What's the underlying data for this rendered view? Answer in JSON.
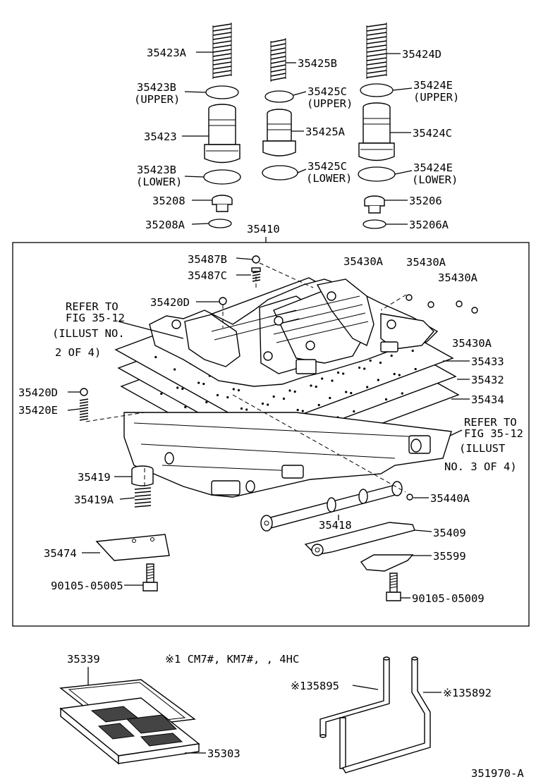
{
  "diagram_id": "351970-A",
  "notes": {
    "refer_upper_1": "REFER TO",
    "refer_upper_2": "FIG 35-12",
    "refer_upper_3": "(ILLUST NO.",
    "refer_upper_4": "2 OF 4)",
    "refer_lower_1": "REFER TO",
    "refer_lower_2": "FIG 35-12",
    "refer_lower_3": "(ILLUST",
    "refer_lower_4": "NO. 3 OF 4)",
    "footnote": "※1 CM7#, KM7#, , 4HC"
  },
  "labels": {
    "p35423A": "35423A",
    "p35423B_u": "35423B",
    "upper_1": "(UPPER)",
    "p35423": "35423",
    "p35423B_l": "35423B",
    "lower_1": "(LOWER)",
    "p35208": "35208",
    "p35208A": "35208A",
    "p35425B": "35425B",
    "p35425C_u": "35425C",
    "upper_2": "(UPPER)",
    "p35425A": "35425A",
    "p35425C_l": "35425C",
    "lower_2": "(LOWER)",
    "p35424D": "35424D",
    "p35424E_u": "35424E",
    "upper_3": "(UPPER)",
    "p35424C": "35424C",
    "p35424E_l": "35424E",
    "lower_3": "(LOWER)",
    "p35206": "35206",
    "p35206A": "35206A",
    "p35410": "35410",
    "p35487B": "35487B",
    "p35487C": "35487C",
    "p35430A_1": "35430A",
    "p35430A_2": "35430A",
    "p35430A_3": "35430A",
    "p35430A_4": "35430A",
    "p35420D_top": "35420D",
    "p35433": "35433",
    "p35432": "35432",
    "p35434": "35434",
    "p35420D": "35420D",
    "p35420E": "35420E",
    "p35419": "35419",
    "p35419A": "35419A",
    "p35440A": "35440A",
    "p35418": "35418",
    "p35409": "35409",
    "p35474": "35474",
    "p35599": "35599",
    "p90105_05005": "90105-05005",
    "p90105_05009": "90105-05009",
    "p35339": "35339",
    "p35303": "35303",
    "p135895": "※135895",
    "p135892": "※135892"
  }
}
